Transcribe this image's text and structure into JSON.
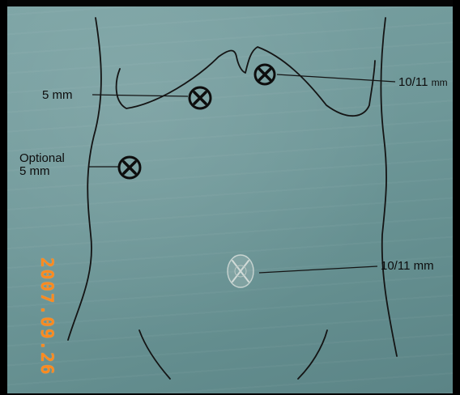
{
  "labels": {
    "port_left_upper": "5 mm",
    "port_optional_line1": "Optional",
    "port_optional_line2": "5 mm",
    "port_epigastric": "10/11",
    "port_epigastric_unit": "mm",
    "port_umbilical": "10/11 mm"
  },
  "date_stamp": "2007.09.26",
  "colors": {
    "paper": "#6f9899",
    "ink": "#111111",
    "stamp": "#ff8a1e"
  },
  "marker_symbol": "X"
}
